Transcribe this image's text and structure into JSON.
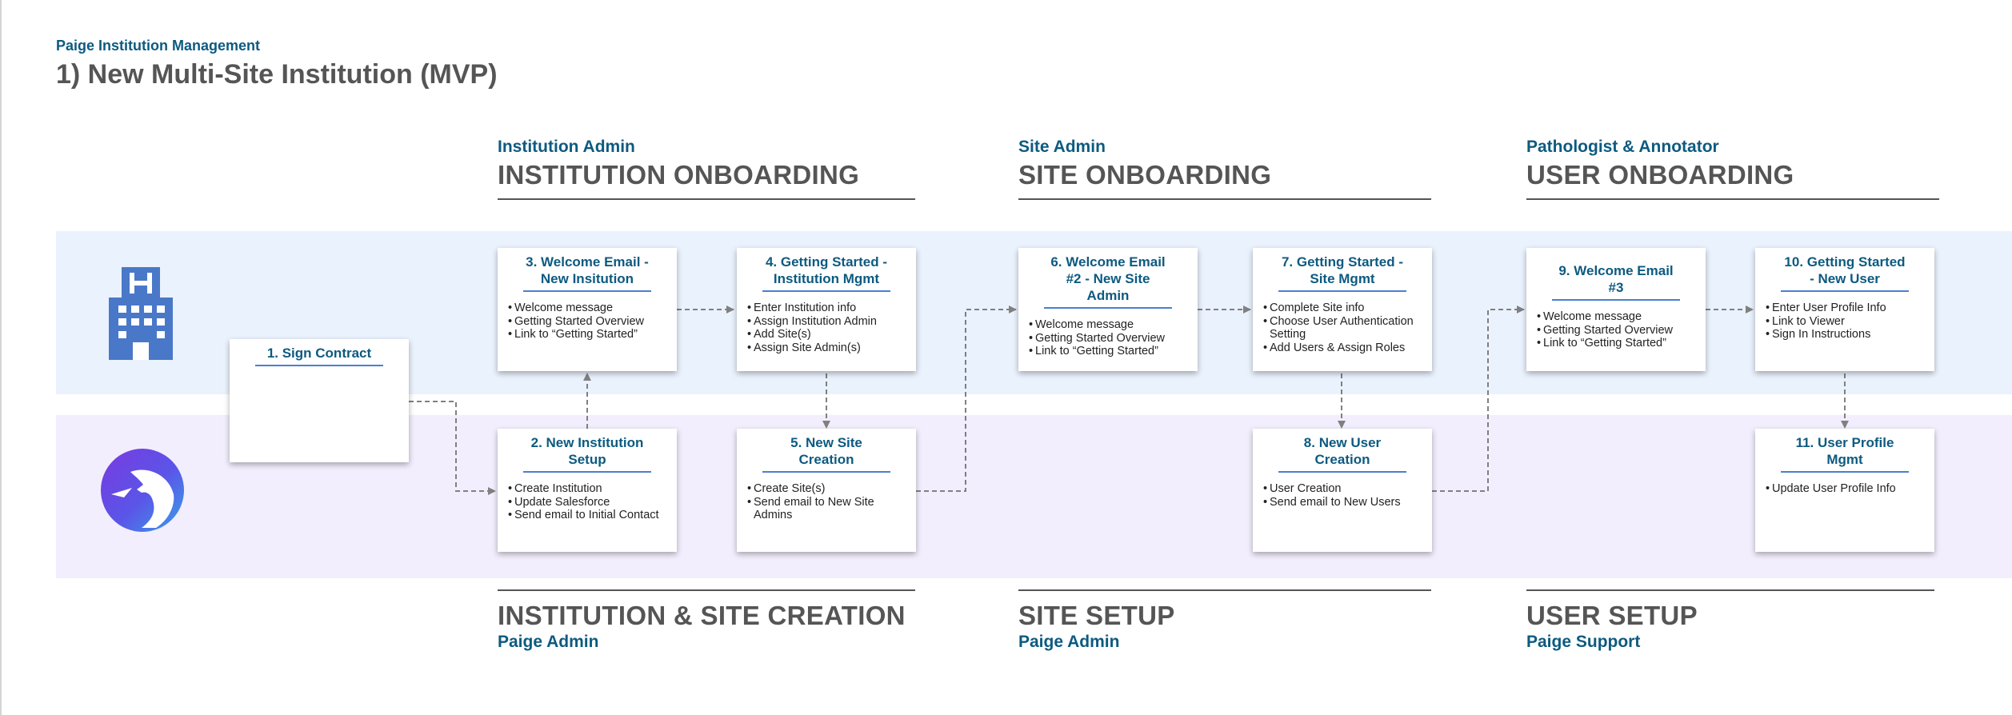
{
  "header": {
    "subtitle": "Paige Institution Management",
    "title": "1) New Multi-Site Institution (MVP)"
  },
  "top_sections": [
    {
      "role": "Institution Admin",
      "name": "INSTITUTION ONBOARDING"
    },
    {
      "role": "Site Admin",
      "name": "SITE ONBOARDING"
    },
    {
      "role": "Pathologist & Annotator",
      "name": "USER ONBOARDING"
    }
  ],
  "bottom_sections": [
    {
      "name": "INSTITUTION & SITE CREATION",
      "role": "Paige Admin"
    },
    {
      "name": "SITE SETUP",
      "role": "Paige Admin"
    },
    {
      "name": "USER SETUP",
      "role": "Paige Support"
    }
  ],
  "icons": {
    "top_lane": "hospital-icon",
    "bottom_lane": "paige-logo-icon"
  },
  "colors": {
    "heading_blue": "#0d5a80",
    "heading_gray": "#555555",
    "lane_top": "#eaf2fd",
    "lane_bottom": "#f2eefd",
    "title_underline": "#4a7fd0"
  },
  "steps": [
    {
      "title": "1. Sign Contract",
      "bullets": []
    },
    {
      "title": "2. New Institution Setup",
      "bullets": [
        "Create Institution",
        "Update Salesforce",
        "Send email to Initial Contact"
      ]
    },
    {
      "title": "3. Welcome Email - New Insitution",
      "bullets": [
        "Welcome message",
        "Getting Started Overview",
        "Link to “Getting Started”"
      ]
    },
    {
      "title": "4. Getting Started - Institution Mgmt",
      "bullets": [
        "Enter Institution info",
        "Assign Institution Admin",
        "Add Site(s)",
        "Assign Site Admin(s)"
      ]
    },
    {
      "title": "5. New Site Creation",
      "bullets": [
        "Create Site(s)",
        "Send email to New Site Admins"
      ]
    },
    {
      "title": "6. Welcome Email #2 - New Site Admin",
      "bullets": [
        "Welcome message",
        "Getting Started Overview",
        "Link to “Getting Started”"
      ]
    },
    {
      "title": "7. Getting Started - Site Mgmt",
      "bullets": [
        "Complete Site info",
        "Choose User Authentication Setting",
        "Add Users & Assign Roles"
      ]
    },
    {
      "title": "8. New User Creation",
      "bullets": [
        "User Creation",
        "Send email to New Users"
      ]
    },
    {
      "title": "9. Welcome Email #3",
      "bullets": [
        "Welcome message",
        "Getting Started Overview",
        "Link to “Getting Started”"
      ]
    },
    {
      "title": "10. Getting Started - New User",
      "bullets": [
        "Enter User Profile Info",
        "Link to Viewer",
        "Sign In Instructions"
      ]
    },
    {
      "title": "11. User Profile Mgmt",
      "bullets": [
        "Update User Profile Info"
      ]
    }
  ]
}
